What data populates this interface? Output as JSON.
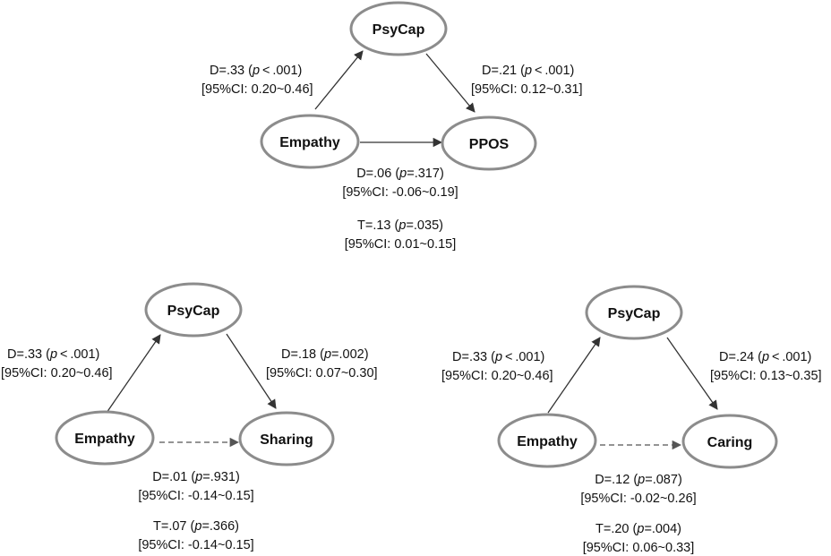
{
  "node_labels": {
    "psycap": "PsyCap",
    "empathy": "Empathy",
    "ppos": "PPOS",
    "sharing": "Sharing",
    "caring": "Caring"
  },
  "models": [
    {
      "outcome": "PPOS",
      "a_path": {
        "coef": "D=.33 (",
        "p_sym": "p",
        "p_rel": " < ",
        "p_val": ".001)",
        "ci": "[95%CI: 0.20~0.46]"
      },
      "b_path": {
        "coef": "D=.21 (",
        "p_sym": "p",
        "p_rel": " < ",
        "p_val": ".001)",
        "ci": "[95%CI: 0.12~0.31]"
      },
      "direct": {
        "coef": "D=.06 (",
        "p_sym": "p",
        "p_rel": "=",
        "p_val": ".317)",
        "ci": "[95%CI: -0.06~0.19]",
        "significant": true
      },
      "total": {
        "coef": "T=.13 (",
        "p_sym": "p",
        "p_rel": "=",
        "p_val": ".035)",
        "ci": "[95%CI: 0.01~0.15]"
      }
    },
    {
      "outcome": "Sharing",
      "a_path": {
        "coef": "D=.33 (",
        "p_sym": "p",
        "p_rel": " < ",
        "p_val": ".001)",
        "ci": "[95%CI: 0.20~0.46]"
      },
      "b_path": {
        "coef": "D=.18 (",
        "p_sym": "p",
        "p_rel": "=",
        "p_val": ".002)",
        "ci": "[95%CI: 0.07~0.30]"
      },
      "direct": {
        "coef": "D=.01 (",
        "p_sym": "p",
        "p_rel": "=",
        "p_val": ".931)",
        "ci": "[95%CI: -0.14~0.15]",
        "significant": false
      },
      "total": {
        "coef": "T=.07 (",
        "p_sym": "p",
        "p_rel": "=",
        "p_val": ".366)",
        "ci": "[95%CI: -0.14~0.15]"
      }
    },
    {
      "outcome": "Caring",
      "a_path": {
        "coef": "D=.33 (",
        "p_sym": "p",
        "p_rel": " < ",
        "p_val": ".001)",
        "ci": "[95%CI: 0.20~0.46]"
      },
      "b_path": {
        "coef": "D=.24 (",
        "p_sym": "p",
        "p_rel": " < ",
        "p_val": ".001)",
        "ci": "[95%CI: 0.13~0.35]"
      },
      "direct": {
        "coef": "D=.12 (",
        "p_sym": "p",
        "p_rel": "=",
        "p_val": ".087)",
        "ci": "[95%CI: -0.02~0.26]",
        "significant": false
      },
      "total": {
        "coef": "T=.20 (",
        "p_sym": "p",
        "p_rel": "=",
        "p_val": ".004)",
        "ci": "[95%CI: 0.06~0.33]"
      }
    }
  ]
}
